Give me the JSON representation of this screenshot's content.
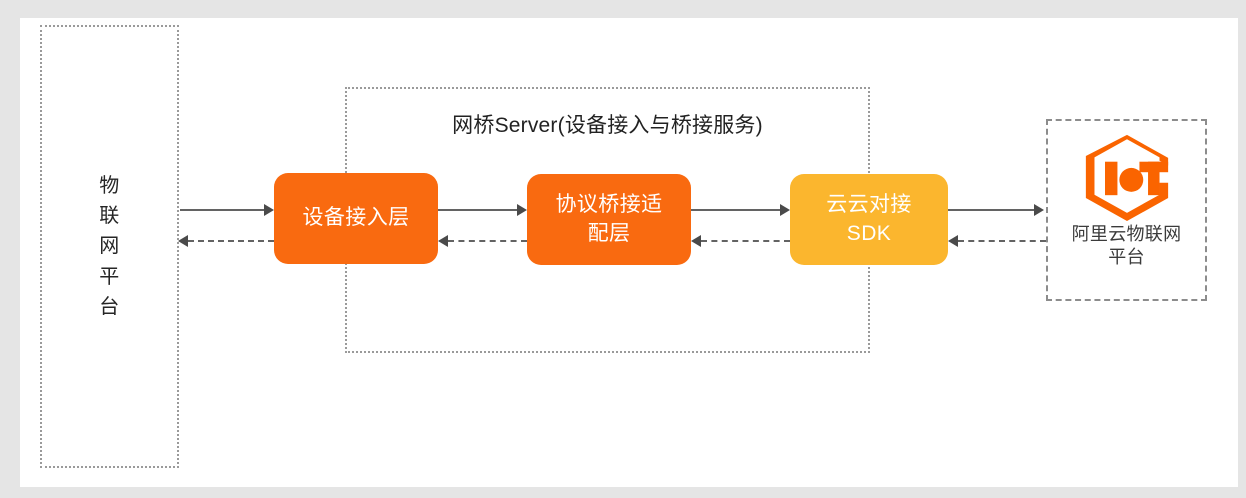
{
  "diagram": {
    "background_color": "#e5e5e5",
    "canvas_color": "#ffffff",
    "left_container": {
      "label_lines": [
        "物",
        "联",
        "网",
        "平",
        "台"
      ],
      "label_full": "物联网平台",
      "border_style": "dotted"
    },
    "bridge_container": {
      "title": "网桥Server(设备接入与桥接服务)",
      "border_style": "dotted"
    },
    "right_container": {
      "logo_name": "aliyun-iot-logo",
      "label_lines": [
        "阿里云物联网",
        "平台"
      ],
      "label_full": "阿里云物联网平台",
      "border_style": "dashed",
      "logo_color": "#fa6400"
    },
    "nodes": [
      {
        "id": "device-access",
        "lines": [
          "设备接入层"
        ],
        "color": "#f96a10"
      },
      {
        "id": "protocol-bridge",
        "lines": [
          "协议桥接适",
          "配层"
        ],
        "color": "#f96a10"
      },
      {
        "id": "cloud-sdk",
        "lines": [
          "云云对接",
          "SDK"
        ],
        "color": "#fbb62e"
      }
    ],
    "connectors": [
      {
        "id": "platform-to-device",
        "style": "solid",
        "direction": "right"
      },
      {
        "id": "device-to-platform",
        "style": "dashed",
        "direction": "left"
      },
      {
        "id": "device-to-bridge",
        "style": "solid",
        "direction": "right"
      },
      {
        "id": "bridge-to-device",
        "style": "dashed",
        "direction": "left"
      },
      {
        "id": "bridge-to-sdk",
        "style": "solid",
        "direction": "right"
      },
      {
        "id": "sdk-to-bridge",
        "style": "dashed",
        "direction": "left"
      },
      {
        "id": "sdk-to-aliyun",
        "style": "solid",
        "direction": "right"
      },
      {
        "id": "aliyun-to-sdk",
        "style": "dashed",
        "direction": "left"
      }
    ],
    "line_color": "#636363",
    "arrow_color": "#4a4a4a"
  }
}
